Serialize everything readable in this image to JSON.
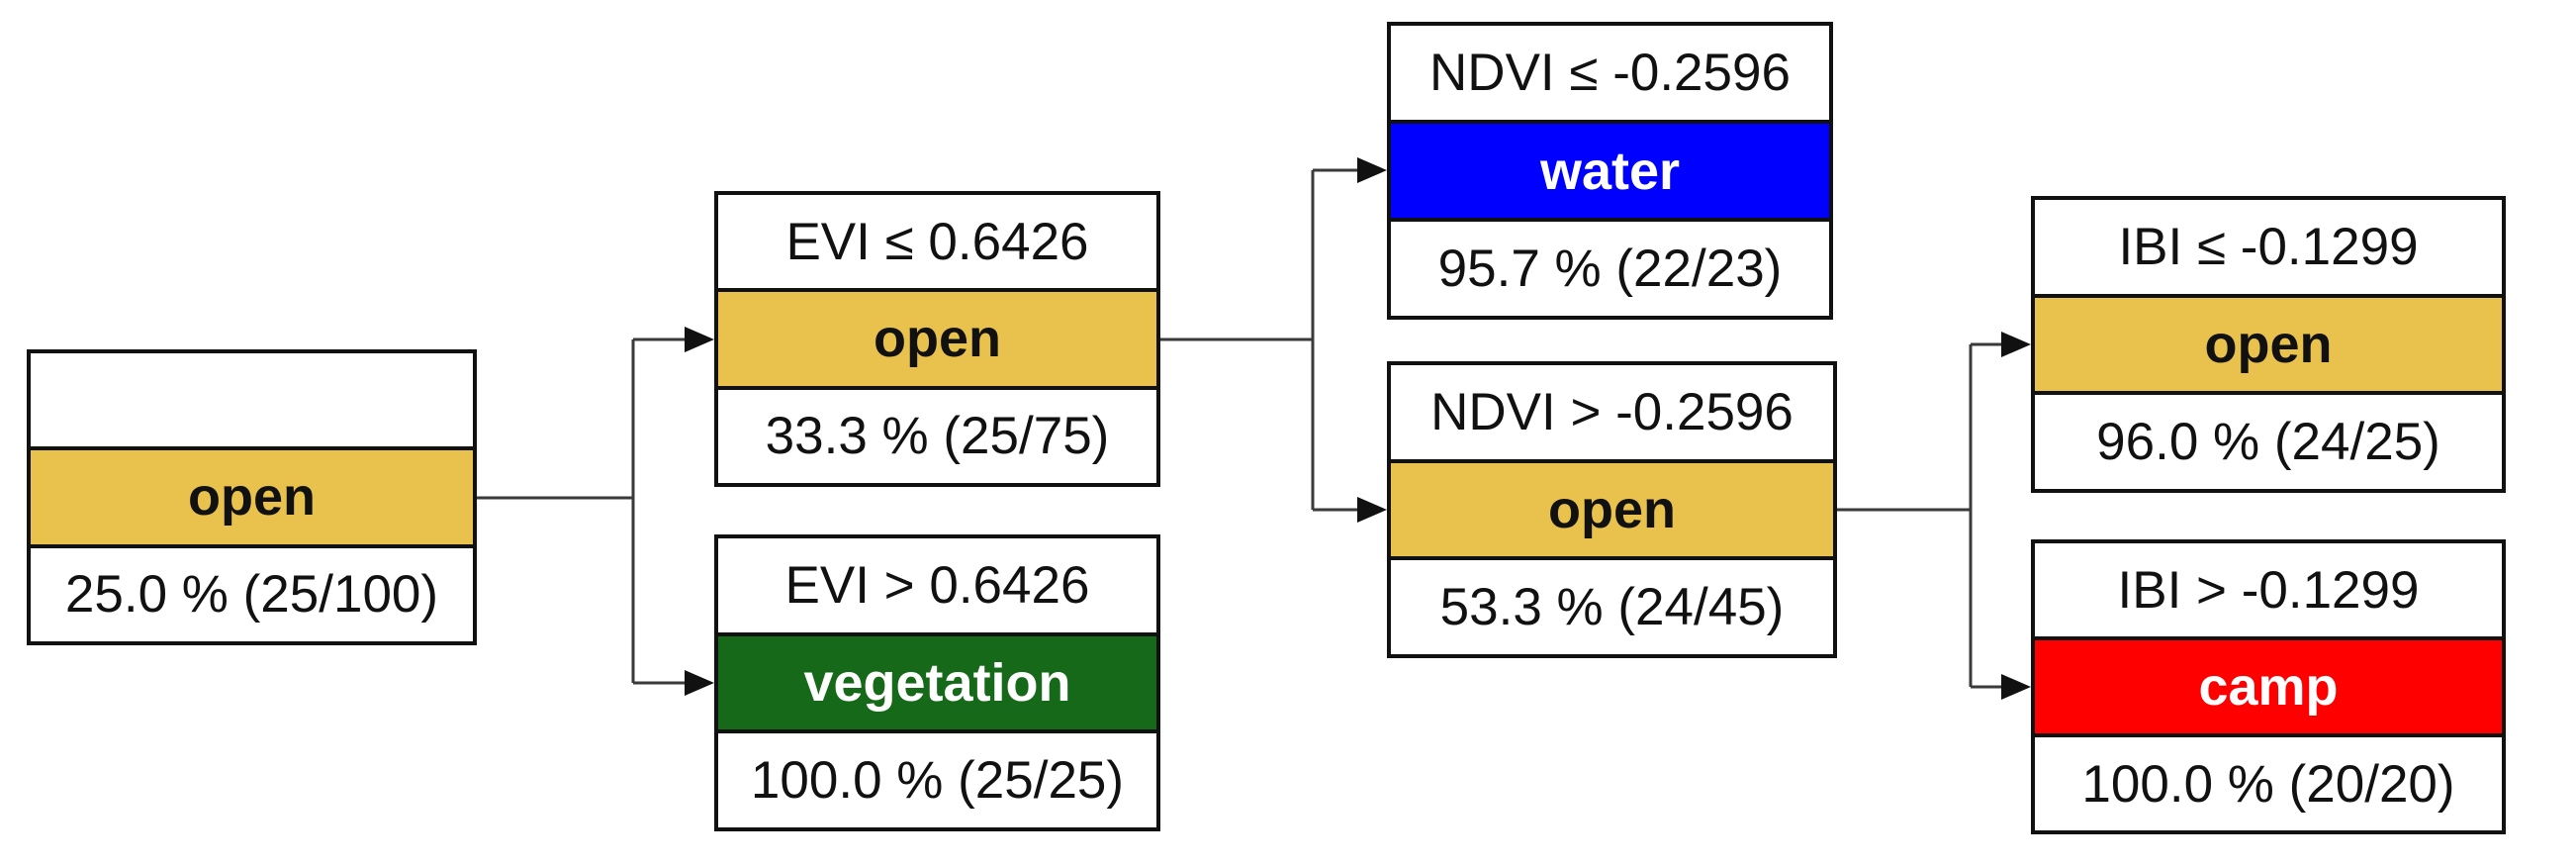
{
  "diagram": {
    "kind": "decision-tree",
    "background_color": "#ffffff",
    "box_border_color": "#111111",
    "connector_color": "#3a3a3a"
  },
  "class_colors": {
    "open": "#E9C24D",
    "vegetation": "#17691A",
    "water": "#0000FF",
    "camp": "#FF0000"
  },
  "nodes": {
    "root": {
      "condition": "",
      "label": "open",
      "stat": "25.0 % (25/100)",
      "band_color": "#E9C24D",
      "label_text_color": "#111111"
    },
    "evi_le": {
      "condition": "EVI ≤ 0.6426",
      "label": "open",
      "stat": "33.3 % (25/75)",
      "band_color": "#E9C24D",
      "label_text_color": "#111111"
    },
    "evi_gt": {
      "condition": "EVI > 0.6426",
      "label": "vegetation",
      "stat": "100.0 % (25/25)",
      "band_color": "#17691A",
      "label_text_color": "#ffffff"
    },
    "ndvi_le": {
      "condition": "NDVI ≤ -0.2596",
      "label": "water",
      "stat": "95.7 % (22/23)",
      "band_color": "#0000FF",
      "label_text_color": "#ffffff"
    },
    "ndvi_gt": {
      "condition": "NDVI > -0.2596",
      "label": "open",
      "stat": "53.3 % (24/45)",
      "band_color": "#E9C24D",
      "label_text_color": "#111111"
    },
    "ibi_le": {
      "condition": "IBI ≤ -0.1299",
      "label": "open",
      "stat": "96.0 % (24/25)",
      "band_color": "#E9C24D",
      "label_text_color": "#111111"
    },
    "ibi_gt": {
      "condition": "IBI > -0.1299",
      "label": "camp",
      "stat": "100.0 % (20/20)",
      "band_color": "#FF0000",
      "label_text_color": "#ffffff"
    }
  },
  "edges": [
    {
      "from": "root",
      "to": "evi_le"
    },
    {
      "from": "root",
      "to": "evi_gt"
    },
    {
      "from": "evi_le",
      "to": "ndvi_le"
    },
    {
      "from": "evi_le",
      "to": "ndvi_gt"
    },
    {
      "from": "ndvi_gt",
      "to": "ibi_le"
    },
    {
      "from": "ndvi_gt",
      "to": "ibi_gt"
    }
  ]
}
